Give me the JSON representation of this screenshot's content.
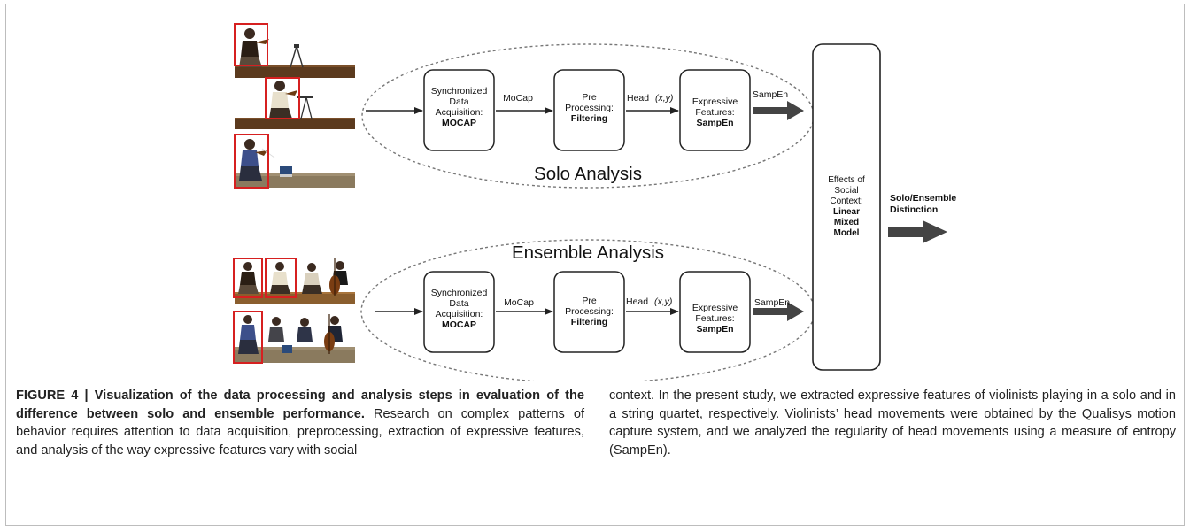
{
  "figure": {
    "solo_label": "Solo Analysis",
    "ensemble_label": "Ensemble Analysis",
    "pipeline": {
      "acquisition": [
        "Synchronized",
        "Data",
        "Acquisition:",
        "MOCAP"
      ],
      "mocap_edge": "MoCap",
      "preprocessing": [
        "Pre",
        "Processing:",
        "Filtering"
      ],
      "head_edge": "Head",
      "xy_edge": "(x,y)",
      "expressive": [
        "Expressive",
        "Features:",
        "SampEn"
      ],
      "sampen_edge": "SampEn"
    },
    "effects_box": [
      "Effects of",
      "Social",
      "Context:",
      "Linear",
      "Mixed",
      "Model"
    ],
    "output_label": [
      "Solo/Ensemble",
      "Distinction"
    ]
  },
  "caption": {
    "lead": "FIGURE 4 | Visualization of the data processing and analysis steps in evaluation of the difference between solo and ensemble performance.",
    "body_left": " Research on complex patterns of behavior requires attention to data acquisition, preprocessing, extraction of expressive features, and analysis of the way expressive features vary with social",
    "body_right": "context. In the present study, we extracted expressive features of violinists playing in a solo and in a string quartet, respectively. Violinists’ head movements were obtained by the Qualisys motion capture system, and we analyzed the regularity of head movements using a measure of entropy (SampEn)."
  }
}
